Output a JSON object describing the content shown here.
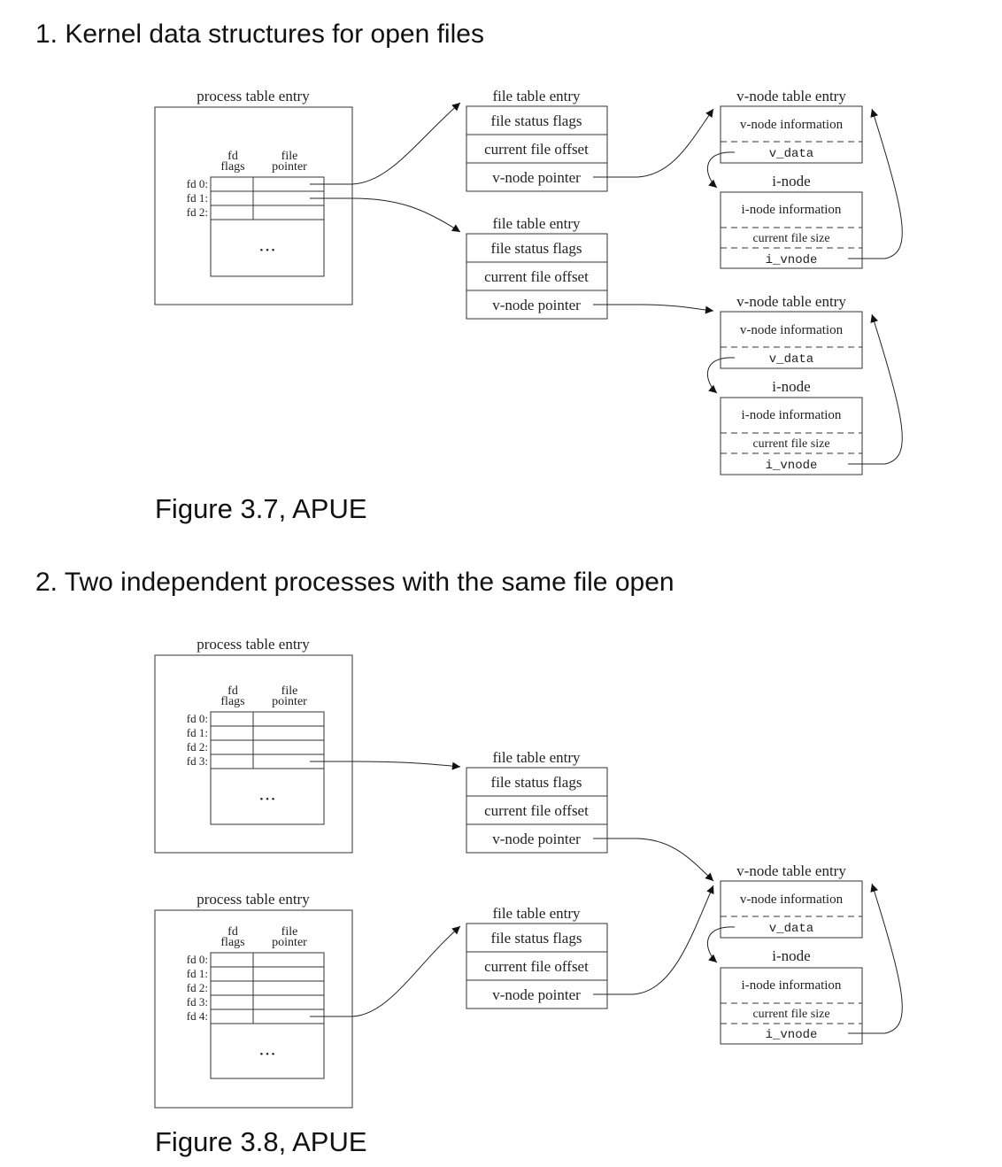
{
  "heading1": "1.  Kernel data structures for open files",
  "heading2": "2.  Two independent processes with the same file open",
  "caption1": "Figure 3.7, APUE",
  "caption2": "Figure 3.8, APUE",
  "labels": {
    "process_table_entry": "process table entry",
    "fd_top": "fd",
    "flags": "flags",
    "file_top": "file",
    "pointer": "pointer",
    "fd0": "fd 0:",
    "fd1": "fd 1:",
    "fd2": "fd 2:",
    "fd3": "fd 3:",
    "fd4": "fd 4:",
    "ellipsis": "• • •",
    "file_table_entry": "file table entry",
    "file_status_flags": "file status flags",
    "current_file_offset": "current file offset",
    "v_node_pointer": "v-node pointer",
    "v_node_table_entry": "v-node table entry",
    "v_node_information": "v-node information",
    "v_data": "v_data",
    "i_node": "i-node",
    "i_node_information": "i-node information",
    "current_file_size": "current file size",
    "i_vnode": "i_vnode"
  }
}
